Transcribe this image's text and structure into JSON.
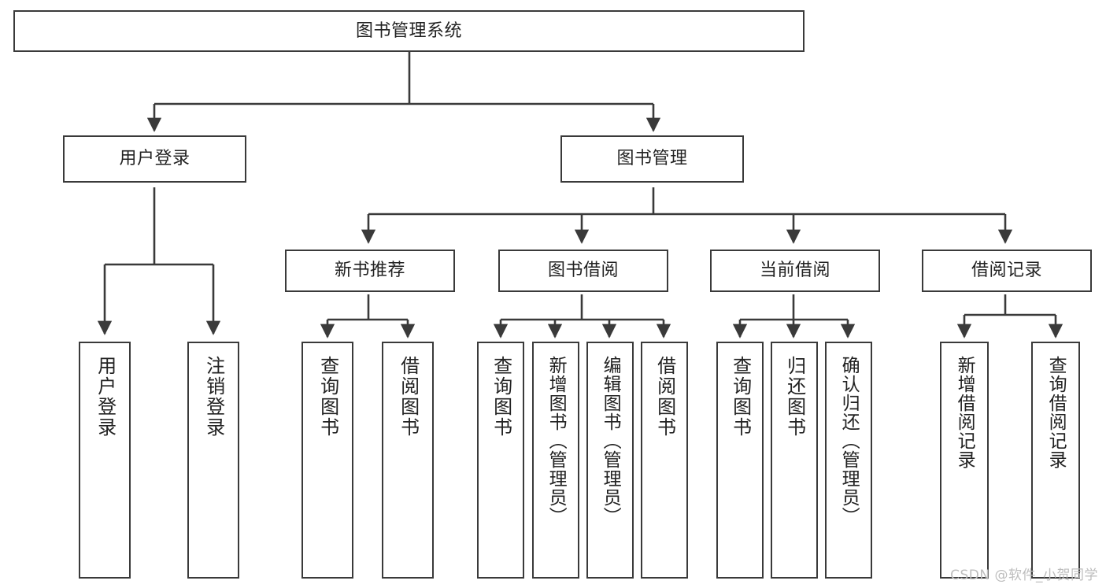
{
  "diagram": {
    "title": "图书管理系统",
    "type": "functional-decomposition-tree",
    "watermark": "CSDN @软件_小贺同学",
    "colors": {
      "stroke": "#3a3a3a",
      "fill": "#ffffff",
      "text": "#222222",
      "watermark": "#bdbdbd"
    },
    "levels": {
      "root": {
        "label": "图书管理系统"
      },
      "level2": [
        {
          "label": "用户登录"
        },
        {
          "label": "图书管理"
        }
      ],
      "level3": [
        {
          "label": "新书推荐"
        },
        {
          "label": "图书借阅"
        },
        {
          "label": "当前借阅"
        },
        {
          "label": "借阅记录"
        }
      ],
      "leaves": {
        "user_login": [
          {
            "label": "用户登录"
          },
          {
            "label": "注销登录"
          }
        ],
        "new_book_recommend": [
          {
            "label": "查询图书"
          },
          {
            "label": "借阅图书"
          }
        ],
        "book_borrow": [
          {
            "label": "查询图书"
          },
          {
            "label": "新增图书（管理员）"
          },
          {
            "label": "编辑图书（管理员）"
          },
          {
            "label": "借阅图书"
          }
        ],
        "current_borrow": [
          {
            "label": "查询图书"
          },
          {
            "label": "归还图书"
          },
          {
            "label": "确认归还（管理员）"
          }
        ],
        "borrow_records": [
          {
            "label": "新增借阅记录"
          },
          {
            "label": "查询借阅记录"
          }
        ]
      }
    }
  }
}
